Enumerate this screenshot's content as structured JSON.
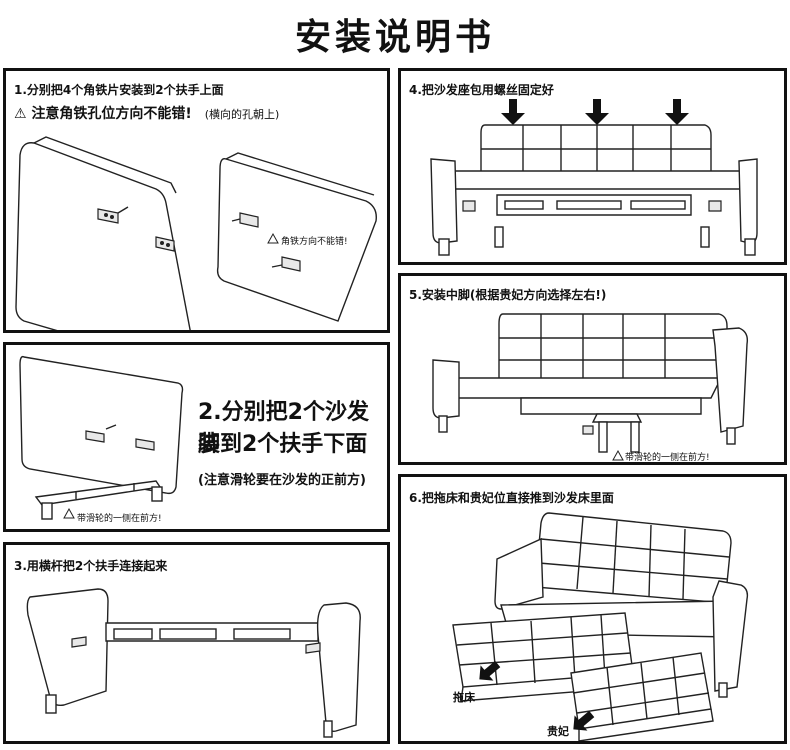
{
  "title": "安装说明书",
  "step1": {
    "caption": "1.分别把4个角铁片安装到2个扶手上面",
    "warning": "注意角铁孔位方向不能错!",
    "warning_paren": "(横向的孔朝上)",
    "inner_note": "角铁方向不能错!"
  },
  "step2": {
    "heading_line1": "2.分别把2个沙发脚",
    "heading_line2": "装到2个扶手下面",
    "note": "(注意滑轮要在沙发的正前方)",
    "small_note": "带滑轮的一侧在前方!"
  },
  "step3": {
    "caption": "3.用横杆把2个扶手连接起来"
  },
  "step4": {
    "caption": "4.把沙发座包用螺丝固定好"
  },
  "step5": {
    "caption": "5.安装中脚(根据贵妃方向选择左右!)",
    "small_note": "带滑轮的一侧在前方!"
  },
  "step6": {
    "caption": "6.把拖床和贵妃位直接推到沙发床里面",
    "label_bed": "拖床",
    "label_chaise": "贵妃"
  }
}
